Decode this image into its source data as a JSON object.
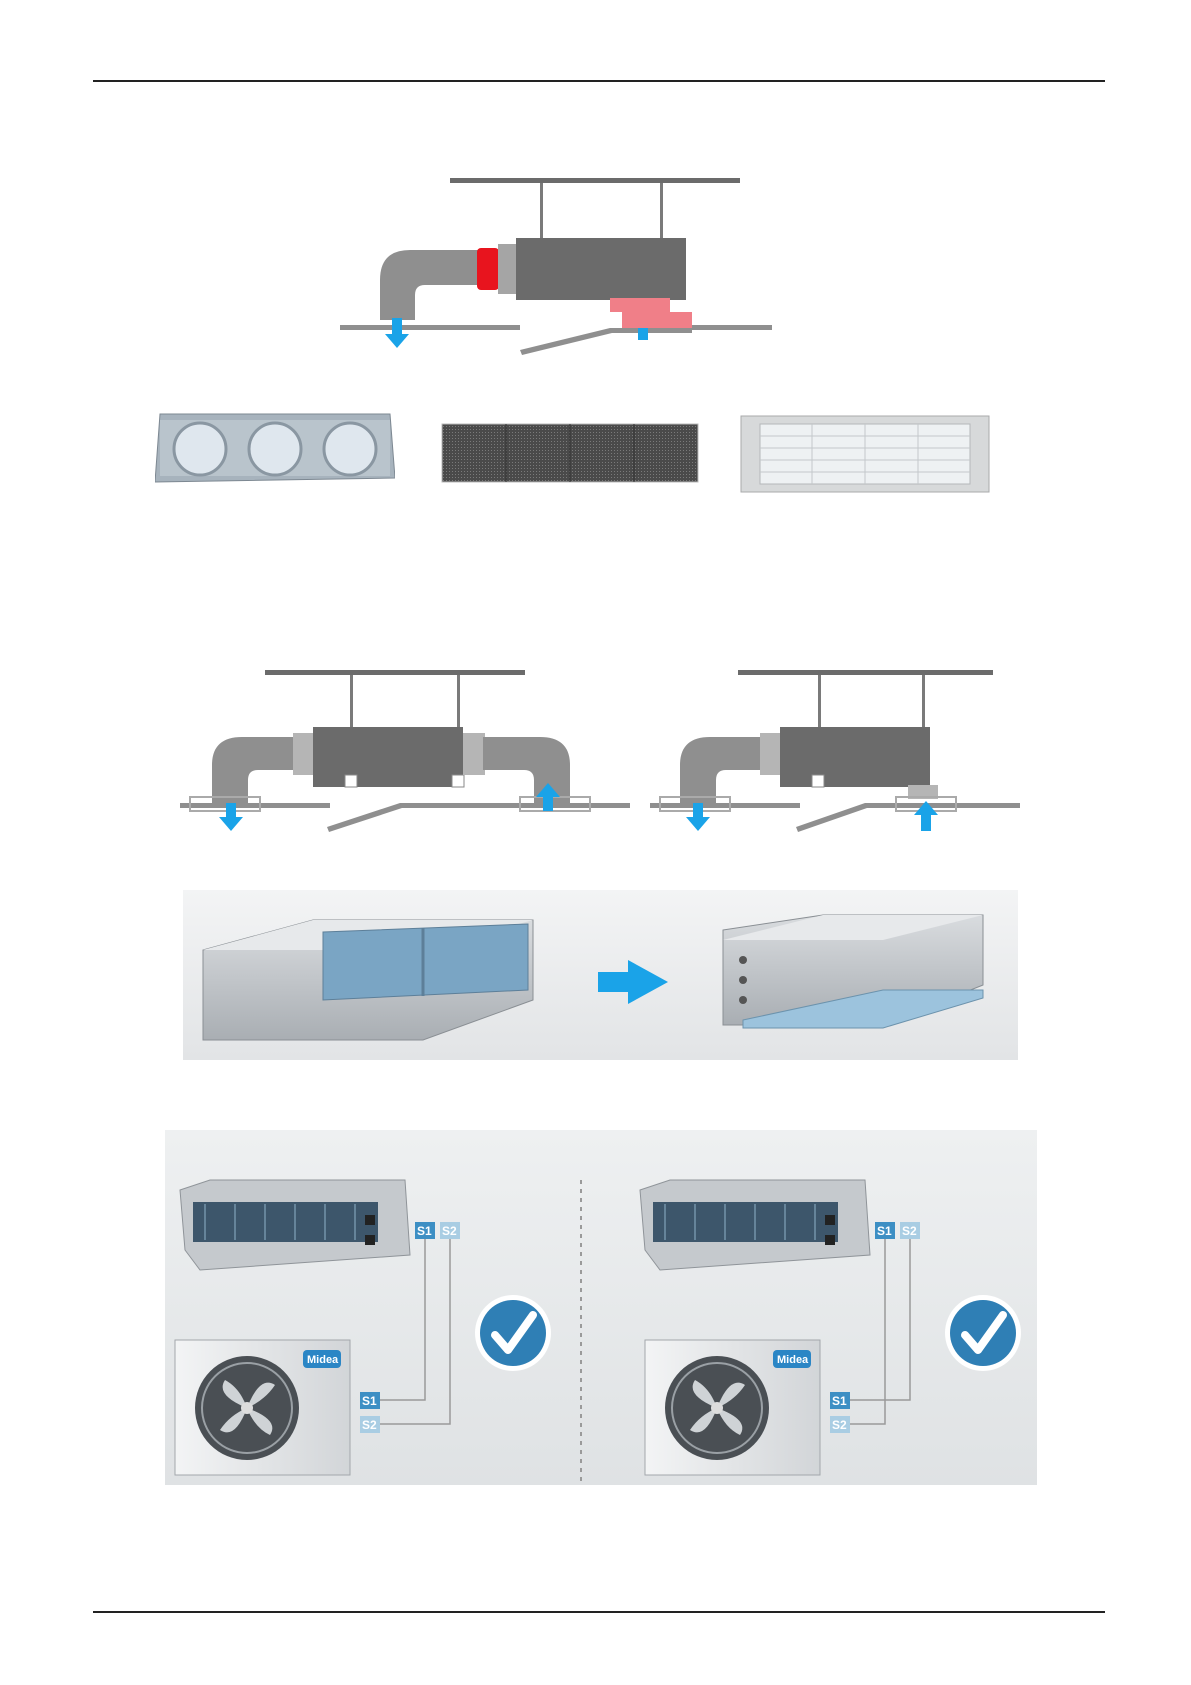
{
  "colors": {
    "unit_gray": "#6b6b6b",
    "duct_gray": "#8f8f8f",
    "airflow_blue": "#1aa3e8",
    "highlight_red": "#e8141e",
    "check_blue": "#2f7fb5"
  },
  "icons": [
    "airflow-down-arrow-icon",
    "airflow-up-arrow-icon",
    "right-arrow-icon",
    "checkmark-icon",
    "fan-icon"
  ],
  "wiring": {
    "left": {
      "indoor_terminals": [
        "S1",
        "S2"
      ],
      "outdoor_terminals": [
        "S1",
        "S2"
      ],
      "brand": "Midea"
    },
    "right": {
      "indoor_terminals": [
        "S1",
        "S2"
      ],
      "outdoor_terminals": [
        "S1",
        "S2"
      ],
      "brand": "Midea"
    }
  }
}
